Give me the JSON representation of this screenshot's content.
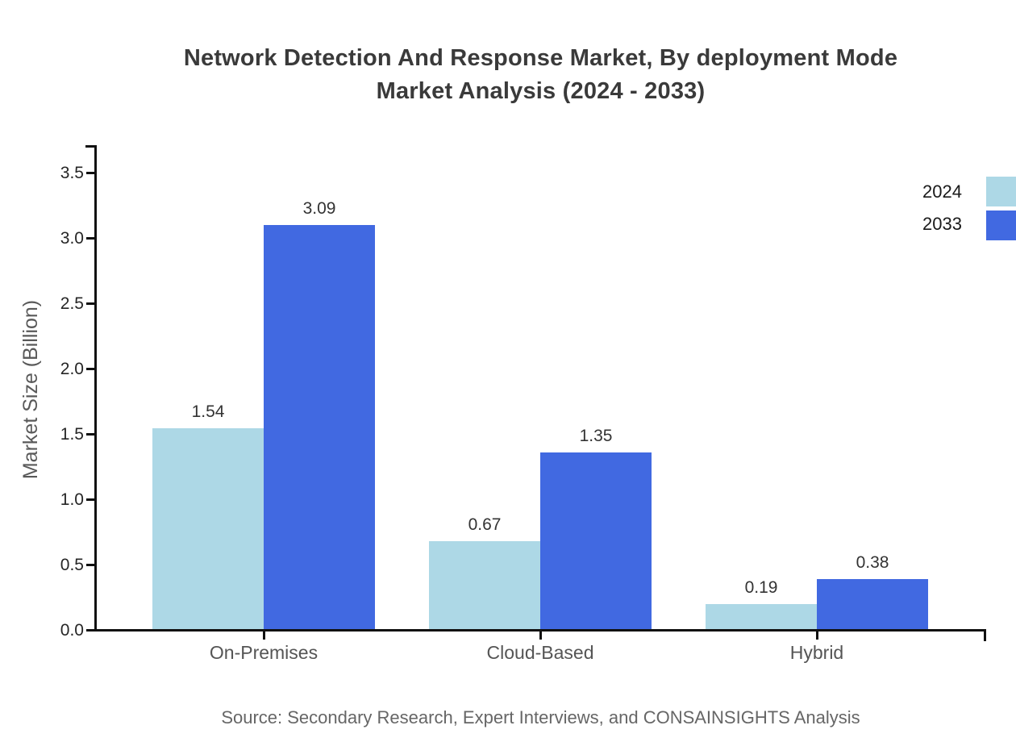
{
  "chart": {
    "title_line1": "Network Detection And Response Market, By deployment Mode",
    "title_line2": "Market Analysis (2024 - 2033)",
    "source": "Source: Secondary Research, Expert Interviews, and CONSAINSIGHTS Analysis"
  },
  "chart_data": {
    "type": "bar",
    "title": "Network Detection And Response Market, By deployment Mode Market Analysis (2024 - 2033)",
    "categories": [
      "On-Premises",
      "Cloud-Based",
      "Hybrid"
    ],
    "series": [
      {
        "name": "2024",
        "color": "#ADD8E6",
        "values": [
          1.54,
          0.67,
          0.19
        ]
      },
      {
        "name": "2033",
        "color": "#4169E1",
        "values": [
          3.09,
          1.35,
          0.38
        ]
      }
    ],
    "xlabel": "",
    "ylabel": "Market Size (Billion)",
    "ylim": [
      0,
      3.7
    ],
    "yticks": [
      0.0,
      0.5,
      1.0,
      1.5,
      2.0,
      2.5,
      3.0,
      3.5
    ],
    "grid": false,
    "legend_position": "upper-right-outside",
    "value_labels": true,
    "value_label_format": "0.00",
    "tick_label_format": "0.0"
  },
  "legend": {
    "items": [
      {
        "label": "2024",
        "color": "#ADD8E6"
      },
      {
        "label": "2033",
        "color": "#4169E1"
      }
    ]
  },
  "colors": {
    "series_2024": "#ADD8E6",
    "series_2033": "#4169E1",
    "axis": "#111111",
    "title_text": "#3a3a3a",
    "tick_text": "#262626",
    "category_text": "#555555",
    "source_text": "#666666",
    "background": "#ffffff"
  }
}
